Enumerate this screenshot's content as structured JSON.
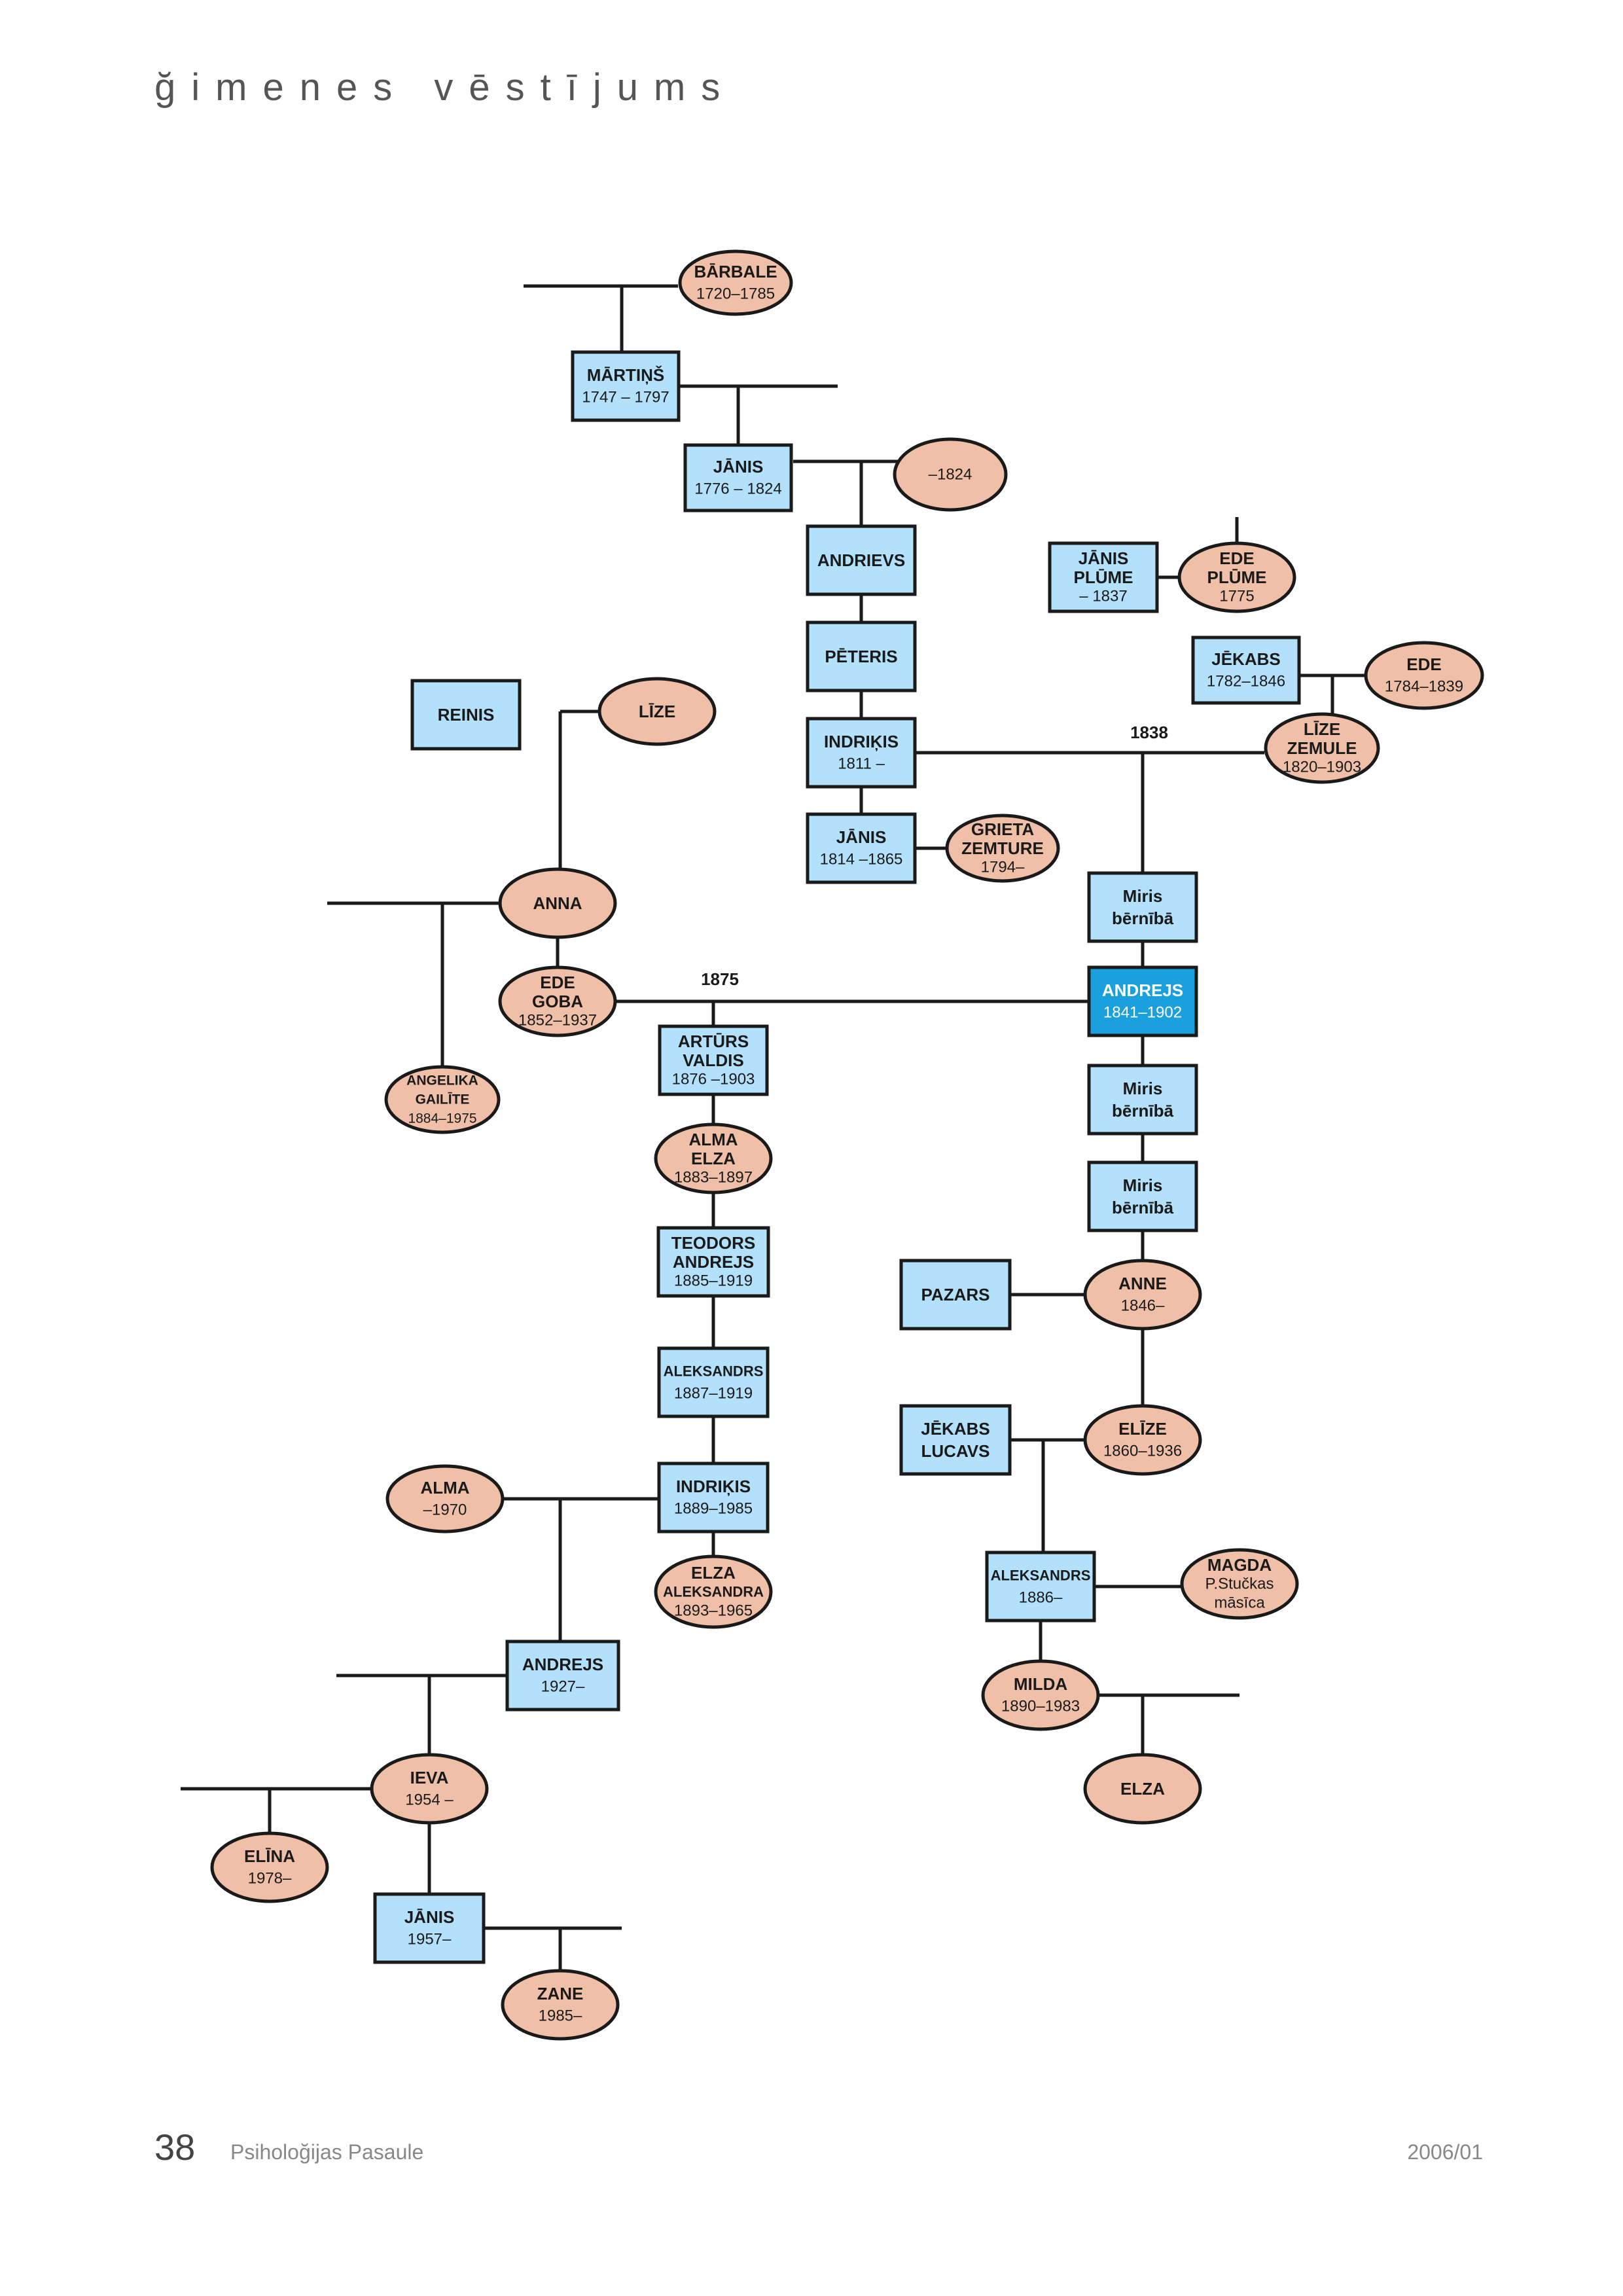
{
  "header": {
    "title": "ğimenes vēstījums"
  },
  "footer": {
    "page": "38",
    "publication": "Psiholoğijas Pasaule",
    "issue": "2006/01"
  },
  "colors": {
    "male": "#b3e0fa",
    "female": "#f0bfa7",
    "highlight": "#1aa0dc",
    "line": "#1a1a1a"
  },
  "persons": [
    {
      "id": "barbale",
      "gender": "f",
      "lines": [
        "BĀRBALE",
        "1720–1785"
      ]
    },
    {
      "id": "martins",
      "gender": "m",
      "lines": [
        "MĀRTIŅŠ",
        "1747 – 1797"
      ]
    },
    {
      "id": "janis1",
      "gender": "m",
      "lines": [
        "JĀNIS",
        "1776 – 1824"
      ]
    },
    {
      "id": "wife1824",
      "gender": "f",
      "lines": [
        "–1824"
      ]
    },
    {
      "id": "andrievs",
      "gender": "m",
      "lines": [
        "ANDRIEVS"
      ]
    },
    {
      "id": "peteris",
      "gender": "m",
      "lines": [
        "PĒTERIS"
      ]
    },
    {
      "id": "indrikis1",
      "gender": "m",
      "lines": [
        "INDRIĶIS",
        "1811 –"
      ]
    },
    {
      "id": "janis2",
      "gender": "m",
      "lines": [
        "JĀNIS",
        "1814 –1865"
      ]
    },
    {
      "id": "grieta",
      "gender": "f",
      "lines": [
        "GRIETA",
        "ZEMTURE",
        "1794–"
      ]
    },
    {
      "id": "janisplume",
      "gender": "m",
      "lines": [
        "JĀNIS",
        "PLŪME",
        "– 1837"
      ]
    },
    {
      "id": "edeplume",
      "gender": "f",
      "lines": [
        "EDE",
        "PLŪME",
        "1775"
      ]
    },
    {
      "id": "jekabs1",
      "gender": "m",
      "lines": [
        "JĒKABS",
        "1782–1846"
      ]
    },
    {
      "id": "ede2",
      "gender": "f",
      "lines": [
        "EDE",
        "1784–1839"
      ]
    },
    {
      "id": "lize2",
      "gender": "f",
      "lines": [
        "LĪZE",
        "ZEMULE",
        "1820–1903"
      ]
    },
    {
      "id": "reinis",
      "gender": "m",
      "lines": [
        "REINIS"
      ]
    },
    {
      "id": "lize1",
      "gender": "f",
      "lines": [
        "LĪZE"
      ]
    },
    {
      "id": "anna",
      "gender": "f",
      "lines": [
        "ANNA"
      ]
    },
    {
      "id": "miris1",
      "gender": "m",
      "lines": [
        "Miris",
        "bērnībā"
      ]
    },
    {
      "id": "andrejs1",
      "gender": "m",
      "lines": [
        "ANDREJS",
        "1841–1902"
      ],
      "highlight": true
    },
    {
      "id": "edegoba",
      "gender": "f",
      "lines": [
        "EDE",
        "GOBA",
        "1852–1937"
      ]
    },
    {
      "id": "arturs",
      "gender": "m",
      "lines": [
        "ARTŪRS",
        "VALDIS",
        "1876 –1903"
      ]
    },
    {
      "id": "angelika",
      "gender": "f",
      "lines": [
        "ANGELIKA",
        "GAILĪTE",
        "1884–1975"
      ]
    },
    {
      "id": "almaelza",
      "gender": "f",
      "lines": [
        "ALMA",
        "ELZA",
        "1883–1897"
      ]
    },
    {
      "id": "miris2",
      "gender": "m",
      "lines": [
        "Miris",
        "bērnībā"
      ]
    },
    {
      "id": "miris3",
      "gender": "m",
      "lines": [
        "Miris",
        "bērnībā"
      ]
    },
    {
      "id": "teodors",
      "gender": "m",
      "lines": [
        "TEODORS",
        "ANDREJS",
        "1885–1919"
      ]
    },
    {
      "id": "pazars",
      "gender": "m",
      "lines": [
        "PAZARS"
      ]
    },
    {
      "id": "anne",
      "gender": "f",
      "lines": [
        "ANNE",
        "1846–"
      ]
    },
    {
      "id": "aleksandrs1",
      "gender": "m",
      "lines": [
        "ALEKSANDRS",
        "1887–1919"
      ]
    },
    {
      "id": "jekabslucavs",
      "gender": "m",
      "lines": [
        "JĒKABS",
        "LUCAVS"
      ]
    },
    {
      "id": "elize",
      "gender": "f",
      "lines": [
        "ELĪZE",
        "1860–1936"
      ]
    },
    {
      "id": "alma",
      "gender": "f",
      "lines": [
        "ALMA",
        "–1970"
      ]
    },
    {
      "id": "indrikis2",
      "gender": "m",
      "lines": [
        "INDRIĶIS",
        "1889–1985"
      ]
    },
    {
      "id": "elzaaleks",
      "gender": "f",
      "lines": [
        "ELZA",
        "ALEKSANDRA",
        "1893–1965"
      ]
    },
    {
      "id": "aleksandrs2",
      "gender": "m",
      "lines": [
        "ALEKSANDRS",
        "1886–"
      ]
    },
    {
      "id": "magda",
      "gender": "f",
      "lines": [
        "MAGDA",
        "P.Stučkas",
        "māsīca"
      ]
    },
    {
      "id": "andrejs2",
      "gender": "m",
      "lines": [
        "ANDREJS",
        "1927–"
      ]
    },
    {
      "id": "milda",
      "gender": "f",
      "lines": [
        "MILDA",
        "1890–1983"
      ]
    },
    {
      "id": "ieva",
      "gender": "f",
      "lines": [
        "IEVA",
        "1954 –"
      ]
    },
    {
      "id": "elza",
      "gender": "f",
      "lines": [
        "ELZA"
      ]
    },
    {
      "id": "elina",
      "gender": "f",
      "lines": [
        "ELĪNA",
        "1978–"
      ]
    },
    {
      "id": "janis3",
      "gender": "m",
      "lines": [
        "JĀNIS",
        "1957–"
      ]
    },
    {
      "id": "zane",
      "gender": "f",
      "lines": [
        "ZANE",
        "1985–"
      ]
    }
  ],
  "marriage_labels": [
    {
      "id": "m1838",
      "text": "1838"
    },
    {
      "id": "m1875",
      "text": "1875"
    }
  ]
}
